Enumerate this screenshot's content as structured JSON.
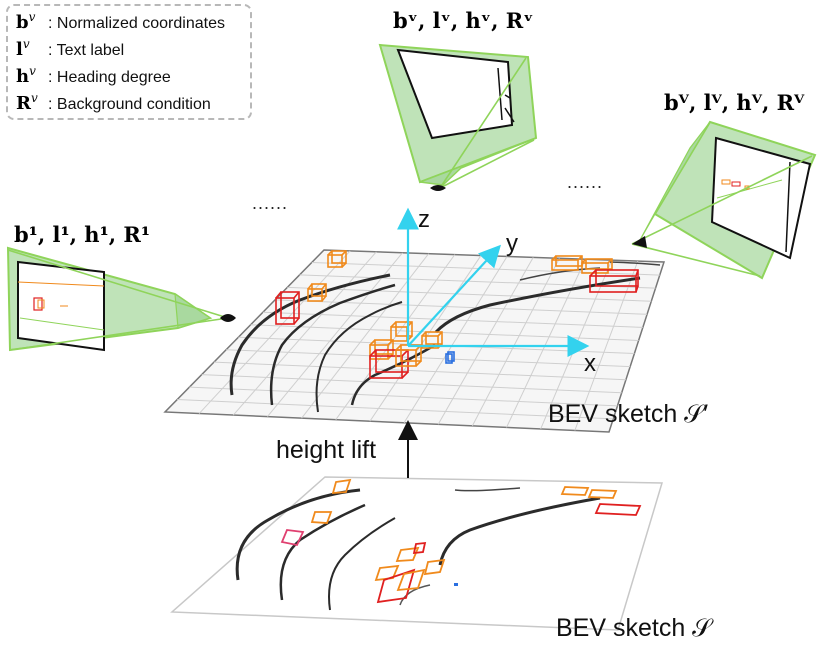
{
  "legend": {
    "items": [
      {
        "symbol": "b",
        "sup": "v",
        "text": ": Normalized coordinates"
      },
      {
        "symbol": "l",
        "sup": "v",
        "text": ": Text label"
      },
      {
        "symbol": "h",
        "sup": "v",
        "text": ": Heading degree"
      },
      {
        "symbol": "R",
        "sup": "v",
        "text": ": Background condition"
      }
    ]
  },
  "views": {
    "top_label": "bᵛ, lᵛ, hᵛ, Rᵛ",
    "right_label": "bⱽ, lⱽ, hⱽ, Rⱽ",
    "left_label": "b¹, l¹, h¹, R¹",
    "ellipsis_left": "......",
    "ellipsis_right": "......"
  },
  "axes": {
    "x": "x",
    "y": "y",
    "z": "z"
  },
  "labels": {
    "height_lift": "height lift",
    "bev_upper": "BEV sketch 𝒮′",
    "bev_lower": "BEV sketch 𝒮"
  },
  "colors": {
    "frustum_fill": "#bfe3b8",
    "frustum_edge": "#8fd45a",
    "axis": "#33d2ee",
    "box_orange": "#f08a1c",
    "box_red": "#e02020",
    "box_blue": "#2a6fe0",
    "grid": "#cfcfcf",
    "road": "#2b2b2b"
  }
}
